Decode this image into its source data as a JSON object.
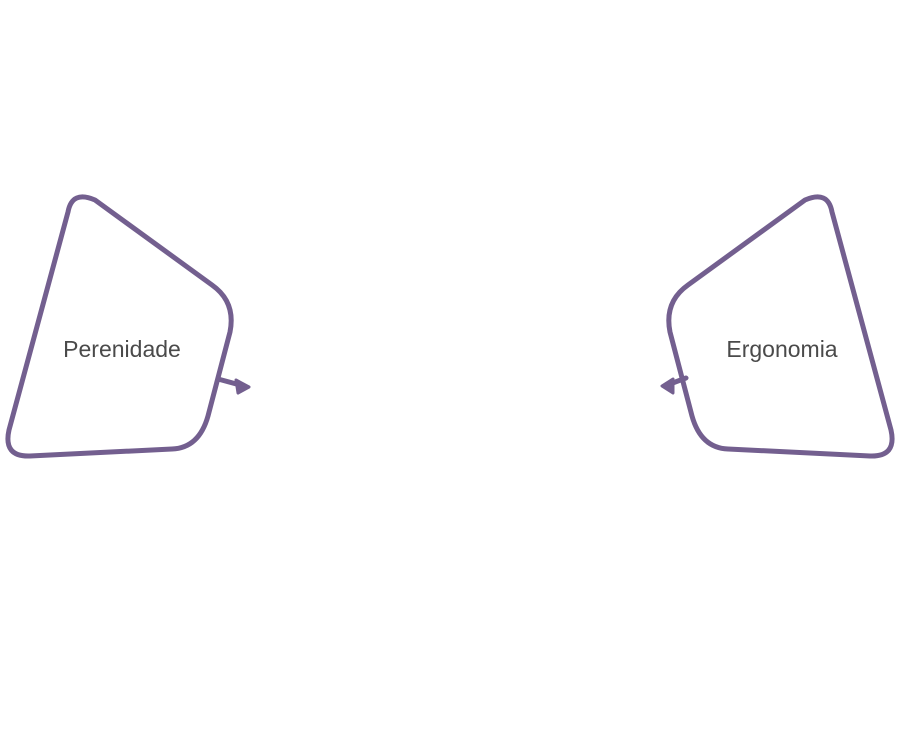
{
  "diagram": {
    "stroke_color": "#735f8f",
    "text_color": "#4a4a4a",
    "background": "#ffffff",
    "nodes": [
      {
        "id": "perenidade",
        "label": "Perenidade"
      },
      {
        "id": "ergonomia",
        "label": "Ergonomia"
      }
    ]
  }
}
